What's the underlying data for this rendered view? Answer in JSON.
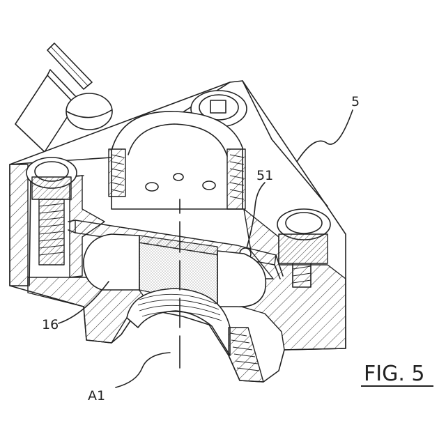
{
  "figure": {
    "caption": "FIG. 5",
    "labels": {
      "housing": "5",
      "bore": "51",
      "insert": "16",
      "axis": "A1"
    }
  }
}
